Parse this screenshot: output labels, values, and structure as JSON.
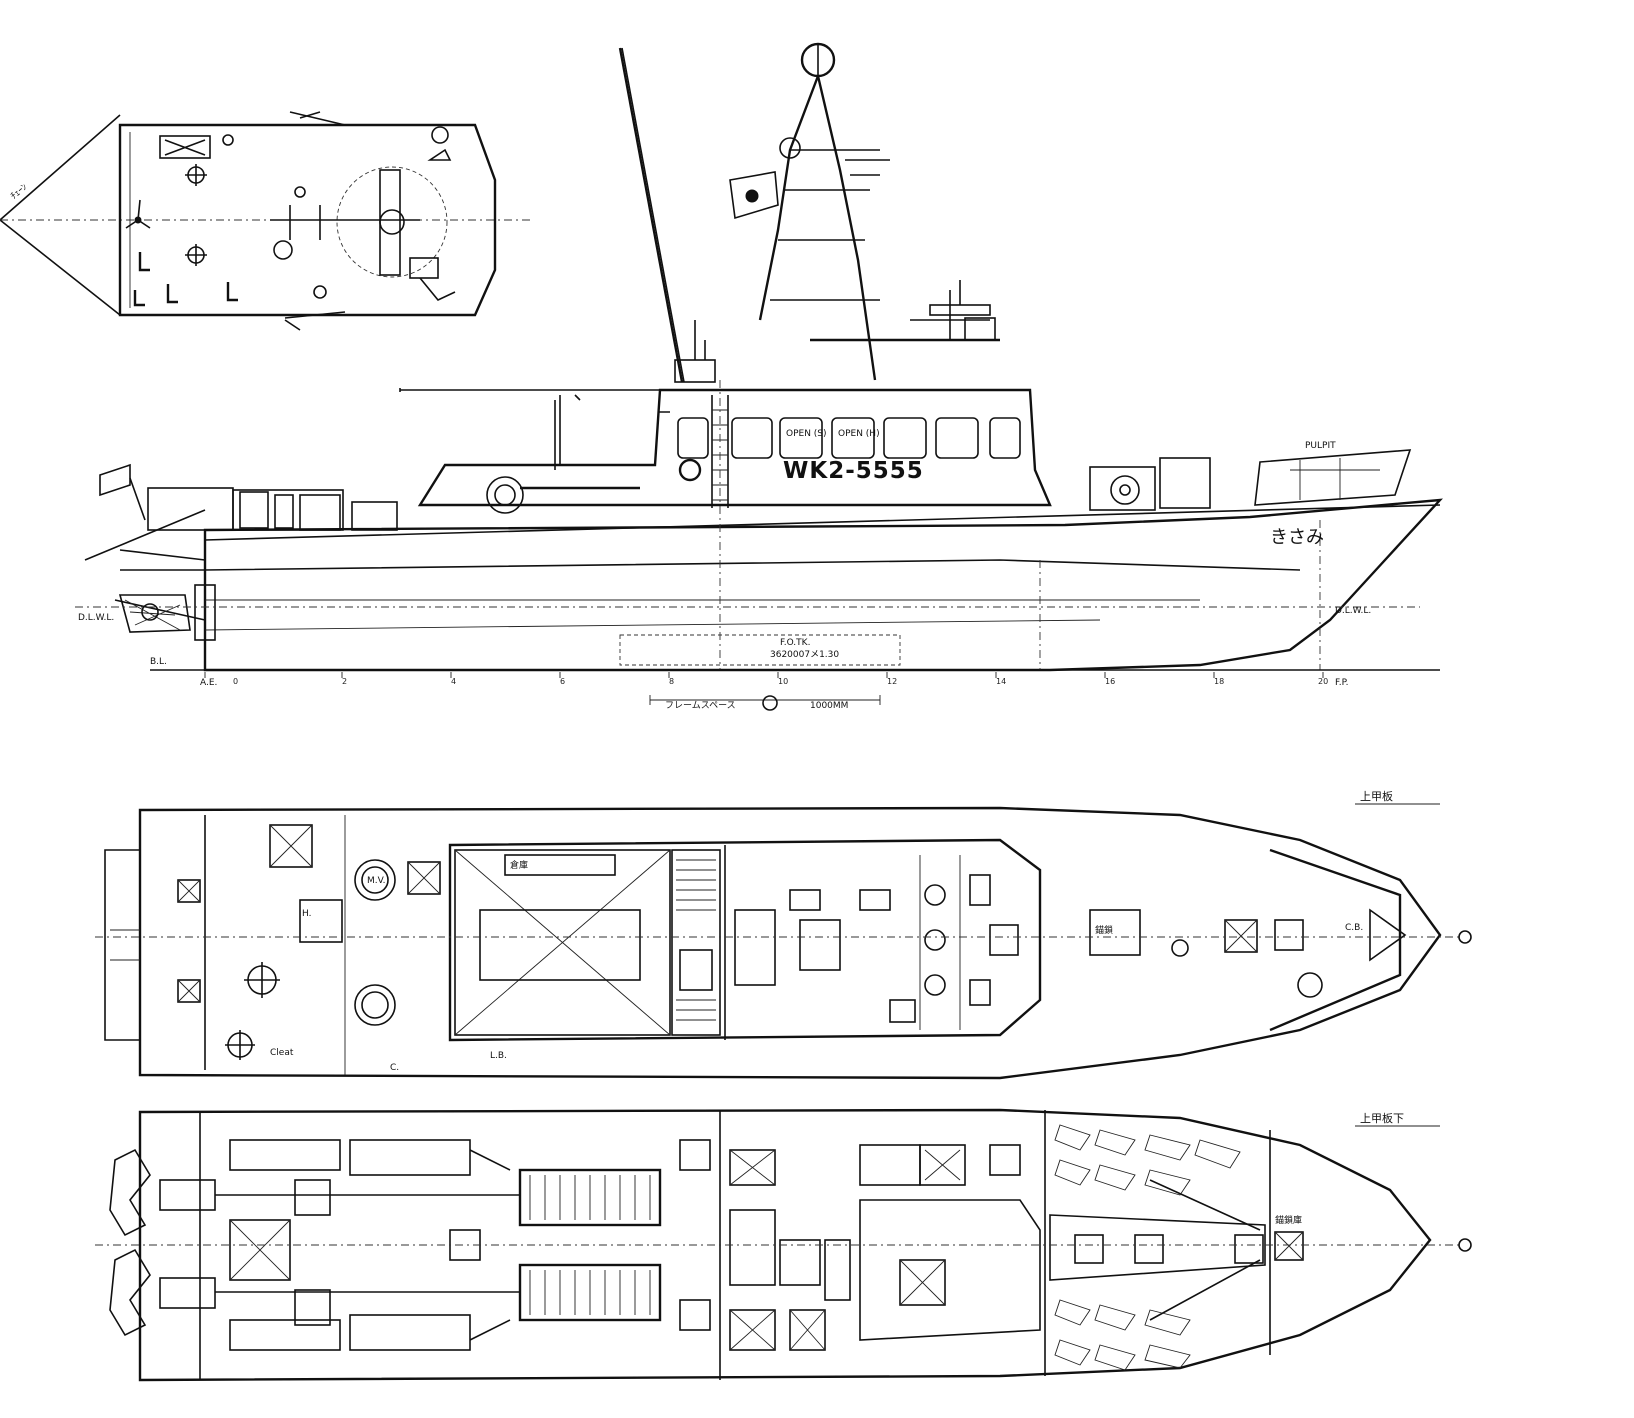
{
  "hull_number": "WK2-5555",
  "boat_name": "きさみ",
  "window_labels": [
    "OPEN (S)",
    "OPEN (H)"
  ],
  "top_plan_label": "上甲板",
  "lower_plan_label": "上甲板下",
  "scale_label": "フレームスペース",
  "scale_value": "1000MM",
  "tank_label": "F.O.TK.",
  "tank_sub": "3620007メ1.30",
  "waterline_left": "D.L.W.L.",
  "waterline_right": "D.L.W.L.",
  "baseline_label": "B.L.",
  "aft_label": "A.E.",
  "fwd_label": "F.P.",
  "pulpit_label": "PULPIT",
  "frame_numbers": [
    "0",
    "2",
    "4",
    "6",
    "8",
    "10",
    "12",
    "14",
    "16",
    "18",
    "20"
  ],
  "deck_labels": {
    "mv": "M.V.",
    "cb": "C.B.",
    "c": "C.",
    "lb": "L.B.",
    "hatch": "H.",
    "store": "倉庫",
    "locker": "錨鎖",
    "cleat": "Cleat"
  },
  "forepeak_label": "錨鎖庫"
}
